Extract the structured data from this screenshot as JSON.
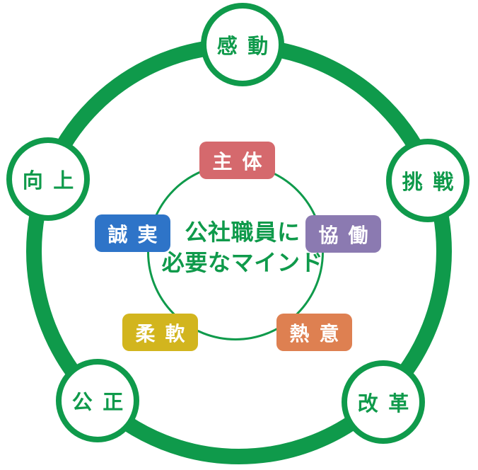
{
  "diagram": {
    "center_title": {
      "line1": "公社職員に",
      "line2": "必要なマインド"
    },
    "outer_nodes": [
      {
        "id": "kando",
        "label": "感動",
        "position": "top"
      },
      {
        "id": "kojo",
        "label": "向上",
        "position": "upper-left"
      },
      {
        "id": "chosen",
        "label": "挑戦",
        "position": "upper-right"
      },
      {
        "id": "kosei",
        "label": "公正",
        "position": "lower-left"
      },
      {
        "id": "kaikaku",
        "label": "改革",
        "position": "lower-right"
      }
    ],
    "mind_badges": [
      {
        "id": "shutai",
        "label": "主体",
        "color": "#d5696d",
        "position": "top"
      },
      {
        "id": "seijitsu",
        "label": "誠実",
        "color": "#2e74c8",
        "position": "left"
      },
      {
        "id": "kyodo",
        "label": "協働",
        "color": "#8b7ab1",
        "position": "right"
      },
      {
        "id": "junan",
        "label": "柔軟",
        "color": "#d2b51e",
        "position": "bottom-left"
      },
      {
        "id": "netsui",
        "label": "熱意",
        "color": "#de8051",
        "position": "bottom-right"
      }
    ],
    "colors": {
      "green": "#0f9a4b",
      "background": "#ffffff",
      "badge_text": "#ffffff"
    }
  }
}
